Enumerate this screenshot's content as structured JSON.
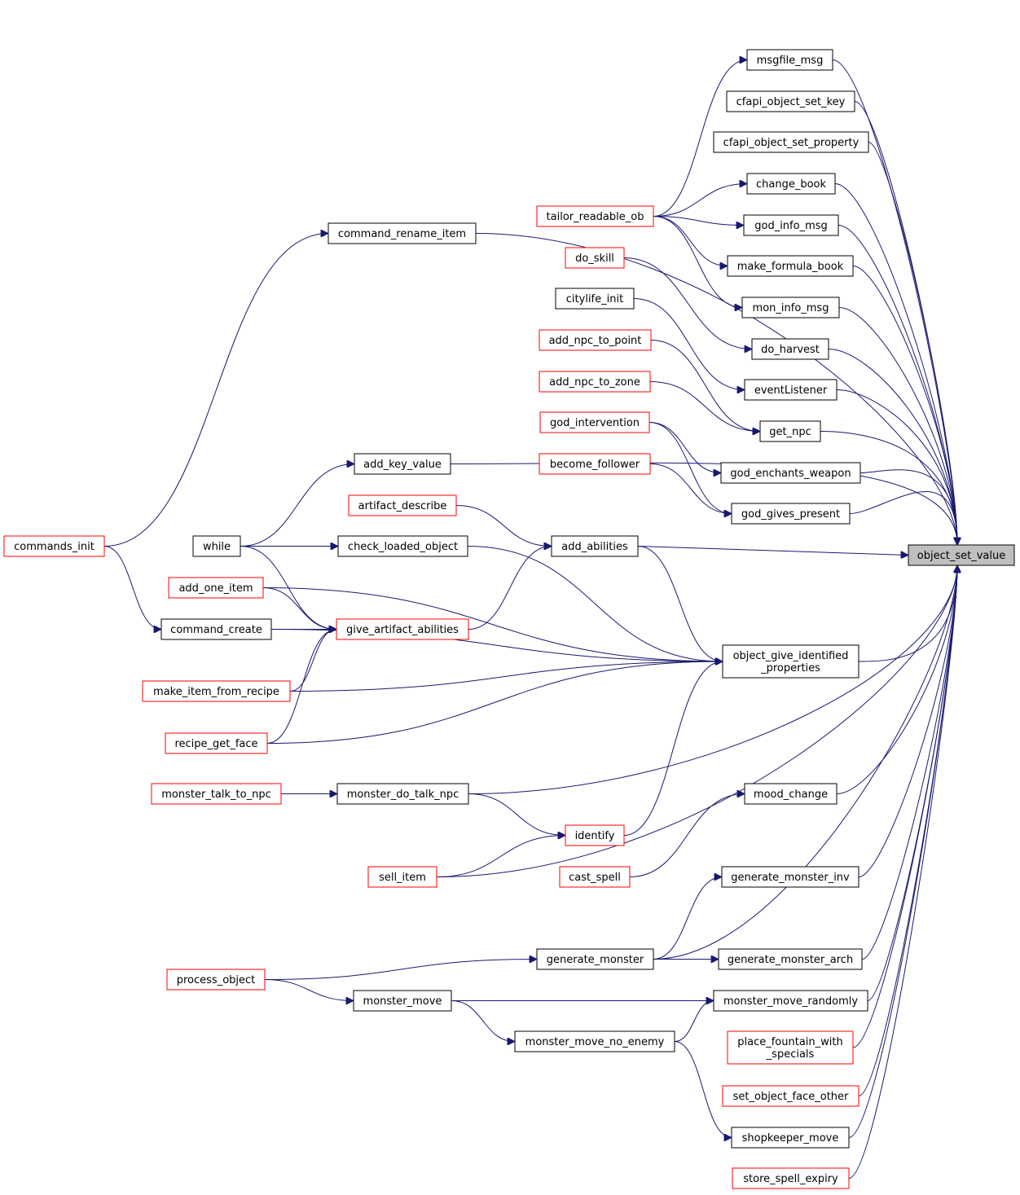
{
  "graph": {
    "target": "object_set_value",
    "nodes": [
      {
        "id": "object_set_value",
        "lines": [
          "object_set_value"
        ],
        "style": "target"
      },
      {
        "id": "msgfile_msg",
        "lines": [
          "msgfile_msg"
        ],
        "style": "black"
      },
      {
        "id": "cfapi_object_set_key",
        "lines": [
          "cfapi_object_set_key"
        ],
        "style": "black"
      },
      {
        "id": "cfapi_object_set_property",
        "lines": [
          "cfapi_object_set_property"
        ],
        "style": "black"
      },
      {
        "id": "change_book",
        "lines": [
          "change_book"
        ],
        "style": "black"
      },
      {
        "id": "tailor_readable_ob",
        "lines": [
          "tailor_readable_ob"
        ],
        "style": "red"
      },
      {
        "id": "god_info_msg",
        "lines": [
          "god_info_msg"
        ],
        "style": "black"
      },
      {
        "id": "command_rename_item",
        "lines": [
          "command_rename_item"
        ],
        "style": "black"
      },
      {
        "id": "do_skill",
        "lines": [
          "do_skill"
        ],
        "style": "red"
      },
      {
        "id": "make_formula_book",
        "lines": [
          "make_formula_book"
        ],
        "style": "black"
      },
      {
        "id": "citylife_init",
        "lines": [
          "citylife_init"
        ],
        "style": "black"
      },
      {
        "id": "mon_info_msg",
        "lines": [
          "mon_info_msg"
        ],
        "style": "black"
      },
      {
        "id": "add_npc_to_point",
        "lines": [
          "add_npc_to_point"
        ],
        "style": "red"
      },
      {
        "id": "do_harvest",
        "lines": [
          "do_harvest"
        ],
        "style": "black"
      },
      {
        "id": "add_npc_to_zone",
        "lines": [
          "add_npc_to_zone"
        ],
        "style": "red"
      },
      {
        "id": "eventListener",
        "lines": [
          "eventListener"
        ],
        "style": "black"
      },
      {
        "id": "god_intervention",
        "lines": [
          "god_intervention"
        ],
        "style": "red"
      },
      {
        "id": "get_npc",
        "lines": [
          "get_npc"
        ],
        "style": "black"
      },
      {
        "id": "add_key_value",
        "lines": [
          "add_key_value"
        ],
        "style": "black"
      },
      {
        "id": "become_follower",
        "lines": [
          "become_follower"
        ],
        "style": "red"
      },
      {
        "id": "god_enchants_weapon",
        "lines": [
          "god_enchants_weapon"
        ],
        "style": "black"
      },
      {
        "id": "artifact_describe",
        "lines": [
          "artifact_describe"
        ],
        "style": "red"
      },
      {
        "id": "god_gives_present",
        "lines": [
          "god_gives_present"
        ],
        "style": "black"
      },
      {
        "id": "commands_init",
        "lines": [
          "commands_init"
        ],
        "style": "red"
      },
      {
        "id": "while",
        "lines": [
          "while"
        ],
        "style": "black"
      },
      {
        "id": "check_loaded_object",
        "lines": [
          "check_loaded_object"
        ],
        "style": "black"
      },
      {
        "id": "add_abilities",
        "lines": [
          "add_abilities"
        ],
        "style": "black"
      },
      {
        "id": "add_one_item",
        "lines": [
          "add_one_item"
        ],
        "style": "red"
      },
      {
        "id": "command_create",
        "lines": [
          "command_create"
        ],
        "style": "black"
      },
      {
        "id": "give_artifact_abilities",
        "lines": [
          "give_artifact_abilities"
        ],
        "style": "red"
      },
      {
        "id": "object_give_identified_properties",
        "lines": [
          "object_give_identified",
          "_properties"
        ],
        "style": "black"
      },
      {
        "id": "make_item_from_recipe",
        "lines": [
          "make_item_from_recipe"
        ],
        "style": "red"
      },
      {
        "id": "recipe_get_face",
        "lines": [
          "recipe_get_face"
        ],
        "style": "red"
      },
      {
        "id": "monster_talk_to_npc",
        "lines": [
          "monster_talk_to_npc"
        ],
        "style": "red"
      },
      {
        "id": "monster_do_talk_npc",
        "lines": [
          "monster_do_talk_npc"
        ],
        "style": "black"
      },
      {
        "id": "mood_change",
        "lines": [
          "mood_change"
        ],
        "style": "black"
      },
      {
        "id": "identify",
        "lines": [
          "identify"
        ],
        "style": "red"
      },
      {
        "id": "sell_item",
        "lines": [
          "sell_item"
        ],
        "style": "red"
      },
      {
        "id": "cast_spell",
        "lines": [
          "cast_spell"
        ],
        "style": "red"
      },
      {
        "id": "generate_monster_inv",
        "lines": [
          "generate_monster_inv"
        ],
        "style": "black"
      },
      {
        "id": "generate_monster",
        "lines": [
          "generate_monster"
        ],
        "style": "black"
      },
      {
        "id": "generate_monster_arch",
        "lines": [
          "generate_monster_arch"
        ],
        "style": "black"
      },
      {
        "id": "process_object",
        "lines": [
          "process_object"
        ],
        "style": "red"
      },
      {
        "id": "monster_move",
        "lines": [
          "monster_move"
        ],
        "style": "black"
      },
      {
        "id": "monster_move_randomly",
        "lines": [
          "monster_move_randomly"
        ],
        "style": "black"
      },
      {
        "id": "monster_move_no_enemy",
        "lines": [
          "monster_move_no_enemy"
        ],
        "style": "black"
      },
      {
        "id": "place_fountain_with_specials",
        "lines": [
          "place_fountain_with",
          "_specials"
        ],
        "style": "red"
      },
      {
        "id": "set_object_face_other",
        "lines": [
          "set_object_face_other"
        ],
        "style": "red"
      },
      {
        "id": "shopkeeper_move",
        "lines": [
          "shopkeeper_move"
        ],
        "style": "black"
      },
      {
        "id": "store_spell_expiry",
        "lines": [
          "store_spell_expiry"
        ],
        "style": "red"
      }
    ],
    "edges": [
      [
        "command_rename_item",
        "object_set_value"
      ],
      [
        "msgfile_msg",
        "object_set_value"
      ],
      [
        "cfapi_object_set_key",
        "object_set_value"
      ],
      [
        "cfapi_object_set_property",
        "object_set_value"
      ],
      [
        "change_book",
        "object_set_value"
      ],
      [
        "god_info_msg",
        "object_set_value"
      ],
      [
        "make_formula_book",
        "object_set_value"
      ],
      [
        "mon_info_msg",
        "object_set_value"
      ],
      [
        "do_harvest",
        "object_set_value"
      ],
      [
        "eventListener",
        "object_set_value"
      ],
      [
        "get_npc",
        "object_set_value"
      ],
      [
        "god_enchants_weapon",
        "object_set_value"
      ],
      [
        "god_gives_present",
        "object_set_value"
      ],
      [
        "add_key_value",
        "object_set_value"
      ],
      [
        "add_abilities",
        "object_set_value"
      ],
      [
        "object_give_identified_properties",
        "object_set_value"
      ],
      [
        "monster_do_talk_npc",
        "object_set_value"
      ],
      [
        "mood_change",
        "object_set_value"
      ],
      [
        "sell_item",
        "object_set_value"
      ],
      [
        "generate_monster_inv",
        "object_set_value"
      ],
      [
        "generate_monster",
        "object_set_value"
      ],
      [
        "generate_monster_arch",
        "object_set_value"
      ],
      [
        "monster_move_randomly",
        "object_set_value"
      ],
      [
        "place_fountain_with_specials",
        "object_set_value"
      ],
      [
        "set_object_face_other",
        "object_set_value"
      ],
      [
        "shopkeeper_move",
        "object_set_value"
      ],
      [
        "store_spell_expiry",
        "object_set_value"
      ],
      [
        "commands_init",
        "command_rename_item"
      ],
      [
        "commands_init",
        "command_create"
      ],
      [
        "tailor_readable_ob",
        "msgfile_msg"
      ],
      [
        "tailor_readable_ob",
        "change_book"
      ],
      [
        "tailor_readable_ob",
        "god_info_msg"
      ],
      [
        "tailor_readable_ob",
        "make_formula_book"
      ],
      [
        "tailor_readable_ob",
        "mon_info_msg"
      ],
      [
        "do_skill",
        "do_harvest"
      ],
      [
        "citylife_init",
        "eventListener"
      ],
      [
        "add_npc_to_point",
        "get_npc"
      ],
      [
        "add_npc_to_zone",
        "get_npc"
      ],
      [
        "god_intervention",
        "god_enchants_weapon"
      ],
      [
        "god_intervention",
        "god_gives_present"
      ],
      [
        "become_follower",
        "god_gives_present"
      ],
      [
        "while",
        "add_key_value"
      ],
      [
        "while",
        "check_loaded_object"
      ],
      [
        "while",
        "give_artifact_abilities"
      ],
      [
        "artifact_describe",
        "add_abilities"
      ],
      [
        "give_artifact_abilities",
        "add_abilities"
      ],
      [
        "add_abilities",
        "object_give_identified_properties"
      ],
      [
        "check_loaded_object",
        "object_give_identified_properties"
      ],
      [
        "add_one_item",
        "give_artifact_abilities"
      ],
      [
        "add_one_item",
        "object_give_identified_properties"
      ],
      [
        "command_create",
        "give_artifact_abilities"
      ],
      [
        "command_create",
        "object_give_identified_properties"
      ],
      [
        "make_item_from_recipe",
        "give_artifact_abilities"
      ],
      [
        "make_item_from_recipe",
        "object_give_identified_properties"
      ],
      [
        "recipe_get_face",
        "give_artifact_abilities"
      ],
      [
        "recipe_get_face",
        "object_give_identified_properties"
      ],
      [
        "identify",
        "object_give_identified_properties"
      ],
      [
        "monster_talk_to_npc",
        "monster_do_talk_npc"
      ],
      [
        "monster_do_talk_npc",
        "identify"
      ],
      [
        "sell_item",
        "identify"
      ],
      [
        "cast_spell",
        "mood_change"
      ],
      [
        "generate_monster",
        "generate_monster_inv"
      ],
      [
        "generate_monster",
        "generate_monster_arch"
      ],
      [
        "process_object",
        "generate_monster"
      ],
      [
        "process_object",
        "monster_move"
      ],
      [
        "monster_move",
        "monster_move_randomly"
      ],
      [
        "monster_move",
        "monster_move_no_enemy"
      ],
      [
        "monster_move_no_enemy",
        "monster_move_randomly"
      ],
      [
        "monster_move_no_enemy",
        "shopkeeper_move"
      ]
    ]
  }
}
